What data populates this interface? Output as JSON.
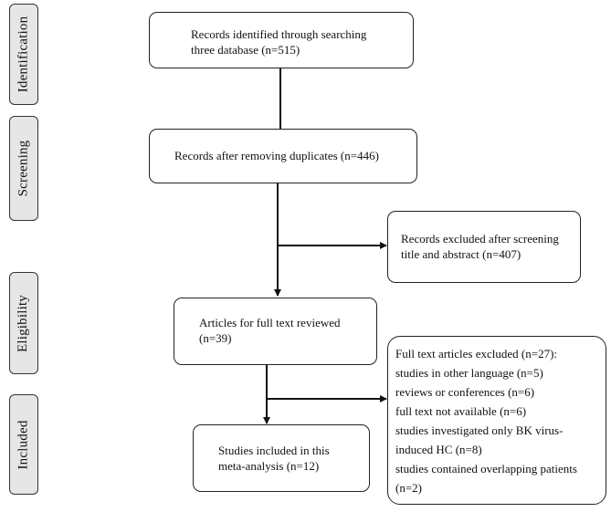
{
  "stages": [
    {
      "label": "Identification"
    },
    {
      "label": "Screening"
    },
    {
      "label": "Eligibility"
    },
    {
      "label": "Included"
    }
  ],
  "boxes": {
    "identified": {
      "lines": [
        "Records identified through searching",
        "three database (n=515)"
      ]
    },
    "duplicates": {
      "lines": [
        "Records after removing duplicates (n=446)"
      ]
    },
    "excluded_screening": {
      "lines": [
        "Records excluded after screening",
        "title and abstract (n=407)"
      ]
    },
    "fulltext": {
      "lines": [
        "Articles for full text reviewed",
        "(n=39)"
      ]
    },
    "included": {
      "lines": [
        "Studies included in this",
        "meta-analysis (n=12)"
      ]
    },
    "excluded_fulltext": {
      "lines": [
        "Full text articles excluded (n=27):",
        "studies in other language (n=5)",
        "reviews or conferences (n=6)",
        "full text not available (n=6)",
        "studies investigated only BK virus-",
        "induced HC (n=8)",
        "studies contained overlapping patients",
        "(n=2)"
      ]
    }
  }
}
